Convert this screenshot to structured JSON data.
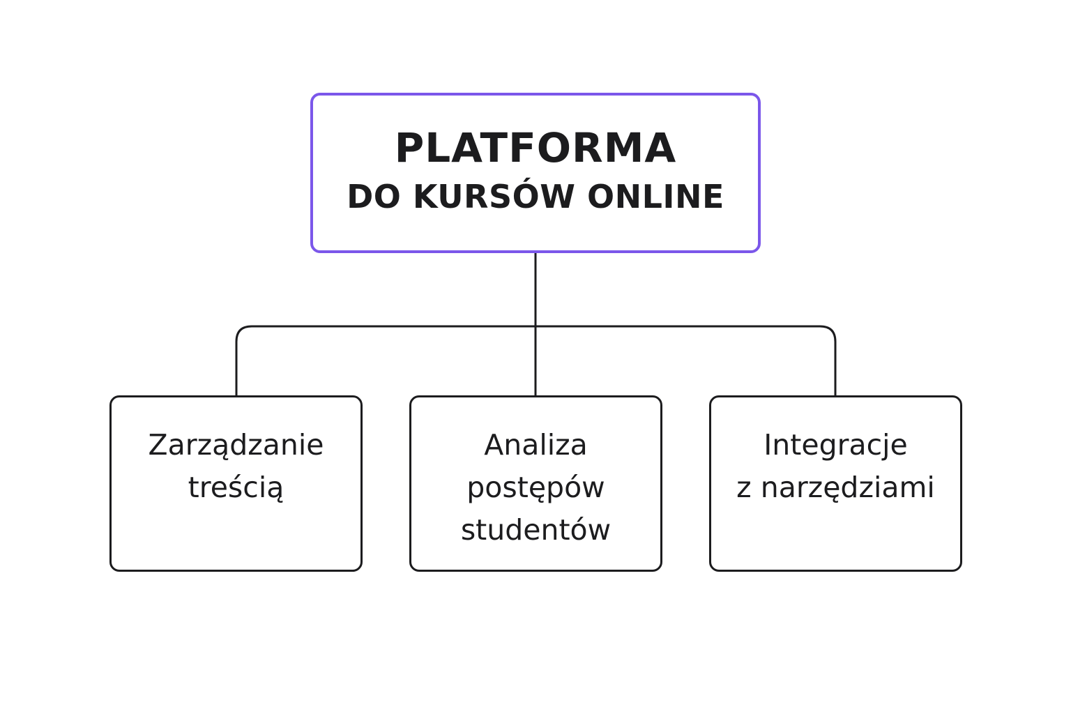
{
  "diagram": {
    "root": {
      "line1": "PLATFORMA",
      "line2": "DO KURSÓW ONLINE"
    },
    "children": [
      {
        "lines": [
          "Zarządzanie",
          "treścią"
        ]
      },
      {
        "lines": [
          "Analiza",
          "postępów",
          "studentów"
        ]
      },
      {
        "lines": [
          "Integracje",
          "z narzędziami"
        ]
      }
    ]
  },
  "colors": {
    "root_border": "#7b57ea",
    "node_border": "#1c1c1e",
    "text": "#1c1c1e",
    "connector": "#1c1c1e",
    "background": "#ffffff"
  }
}
